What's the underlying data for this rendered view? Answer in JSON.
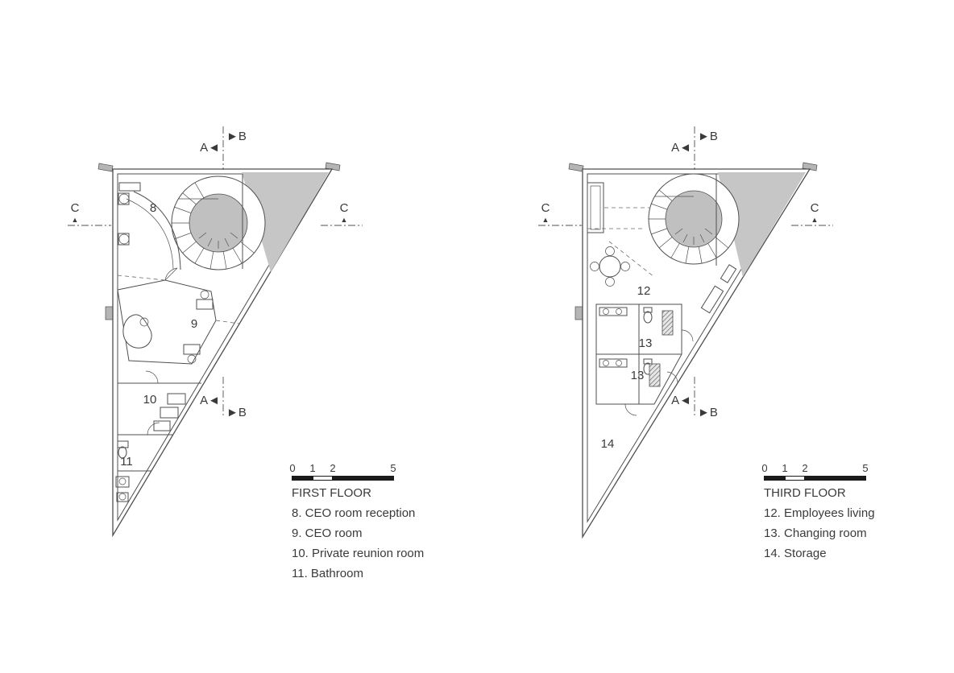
{
  "plans": {
    "first": {
      "title": "FIRST FLOOR",
      "legend": [
        "8. CEO room reception",
        "9. CEO room",
        "10. Private reunion room",
        "11. Bathroom"
      ],
      "rooms": [
        "8",
        "9",
        "10",
        "11"
      ],
      "scale": [
        "0",
        "1",
        "2",
        "5"
      ]
    },
    "third": {
      "title": "THIRD FLOOR",
      "legend": [
        "12. Employees living",
        "13. Changing room",
        "14. Storage"
      ],
      "rooms": [
        "12",
        "13",
        "13",
        "14"
      ],
      "scale": [
        "0",
        "1",
        "2",
        "5"
      ]
    }
  },
  "markers": {
    "a": "A◄",
    "b": "►B",
    "c": "C",
    "c_arrow": "▲"
  },
  "colors": {
    "line": "#4f4f4f",
    "shade": "#c6c6c6",
    "wall_cap": "#b5b5b5",
    "scale_bar": "#1a1a1a",
    "text": "#3a3a3a"
  }
}
